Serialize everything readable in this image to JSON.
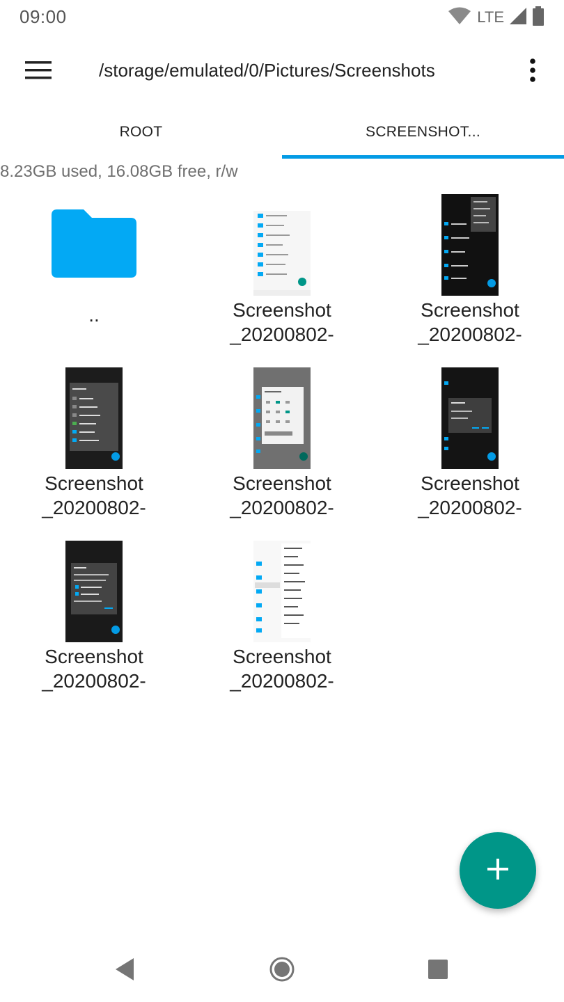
{
  "status_bar": {
    "time": "09:00",
    "network": "LTE"
  },
  "toolbar": {
    "path": "/storage/emulated/0/Pictures/Screenshots"
  },
  "tabs": [
    {
      "label": "ROOT",
      "active": false
    },
    {
      "label": "SCREENSHOT...",
      "active": true
    }
  ],
  "storage_info": "8.23GB used, 16.08GB free, r/w",
  "files": [
    {
      "name": "..",
      "type": "folder"
    },
    {
      "name": "Screenshot\n_20200802-",
      "type": "image",
      "theme": "light"
    },
    {
      "name": "Screenshot\n_20200802-",
      "type": "image",
      "theme": "dark"
    },
    {
      "name": "Screenshot\n_20200802-",
      "type": "image",
      "theme": "dark"
    },
    {
      "name": "Screenshot\n_20200802-",
      "type": "image",
      "theme": "gray"
    },
    {
      "name": "Screenshot\n_20200802-",
      "type": "image",
      "theme": "dark"
    },
    {
      "name": "Screenshot\n_20200802-",
      "type": "image",
      "theme": "dark"
    },
    {
      "name": "Screenshot\n_20200802-",
      "type": "image",
      "theme": "light"
    }
  ],
  "colors": {
    "accent": "#039be5",
    "fab": "#009688",
    "folder": "#03a9f4"
  },
  "icons": {
    "menu": "hamburger-menu-icon",
    "overflow": "more-vert-icon",
    "fab": "add-icon",
    "back": "back-icon",
    "home": "home-icon",
    "recents": "recents-icon"
  }
}
